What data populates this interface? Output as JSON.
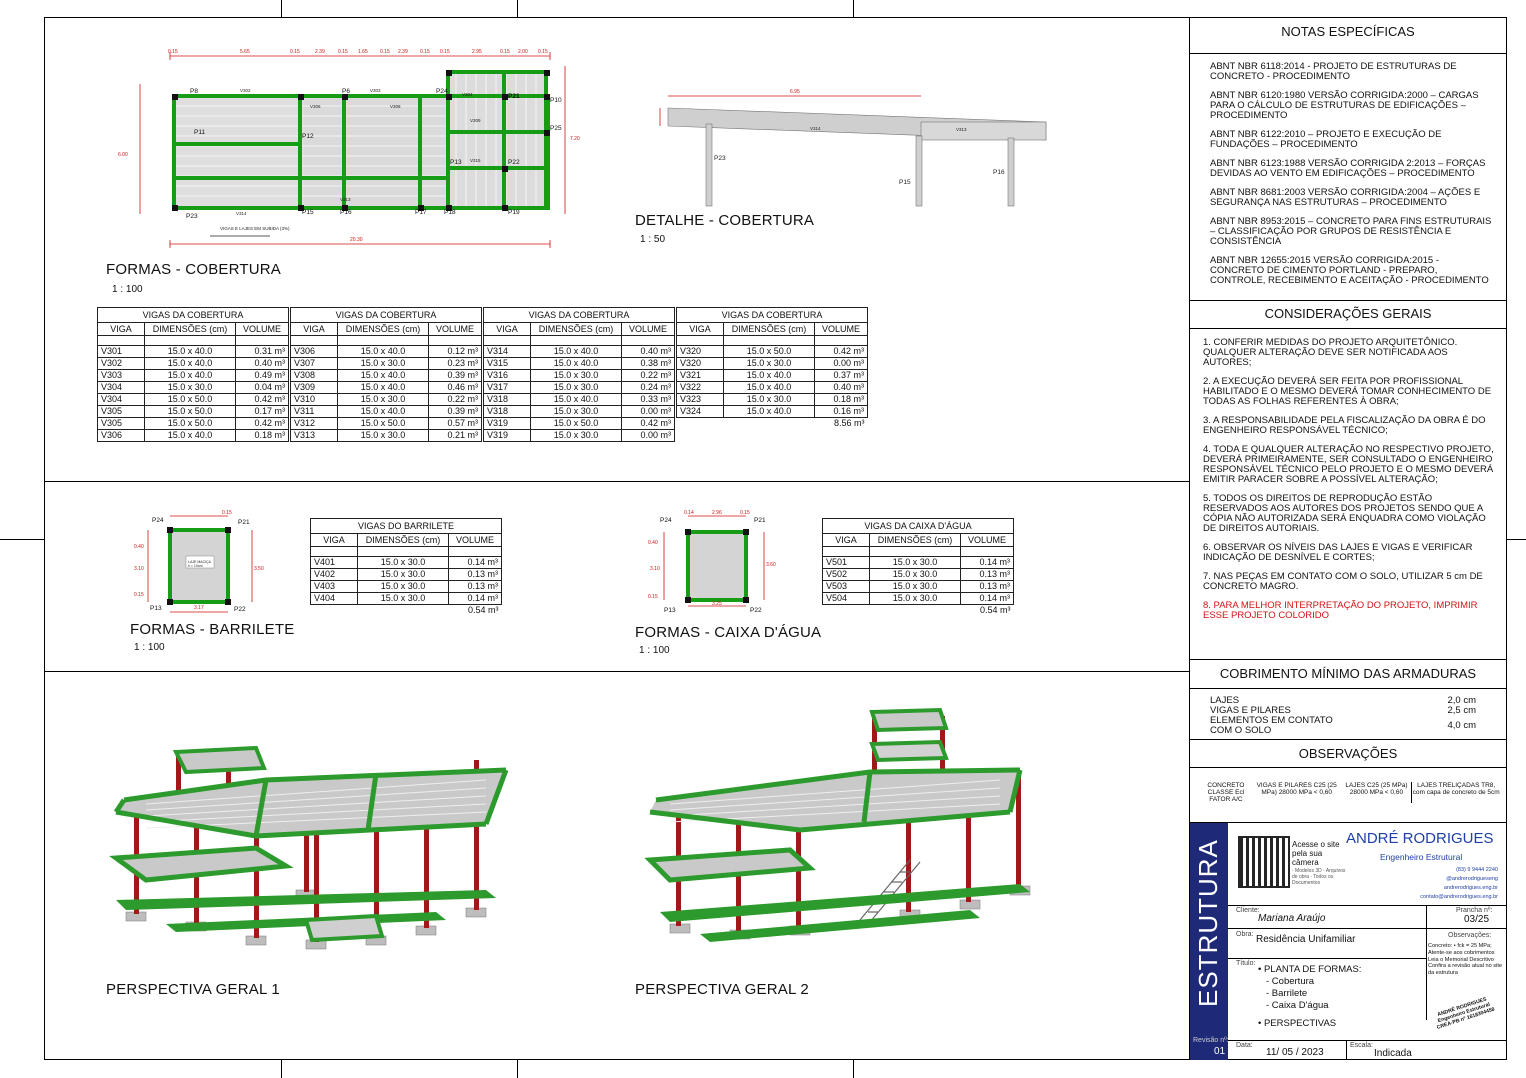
{
  "plan": {
    "title": "FORMAS - COBERTURA",
    "scale": "1 : 100",
    "pillars": [
      "P8",
      "P6",
      "P24",
      "P21",
      "P10",
      "P11",
      "P12",
      "P25",
      "P13",
      "P22",
      "P23",
      "P15",
      "P16",
      "P17",
      "P18",
      "P19"
    ],
    "beams": [
      "V302",
      "V303",
      "V304",
      "V305",
      "V306",
      "V307",
      "V308",
      "V309",
      "V310",
      "V311",
      "V312",
      "V313",
      "V314",
      "V315",
      "V316",
      "V317",
      "V318",
      "V319",
      "V320",
      "V321",
      "V322",
      "V323",
      "V324"
    ],
    "dims_top": [
      "0.15",
      "0.15",
      "5.65",
      "0.15",
      "2.39",
      "0.15",
      "1.65",
      "0.15",
      "2.39",
      "0.15",
      "0.15",
      "2.95",
      "0.15",
      "2.00",
      "0.15"
    ],
    "dim_total": "20.30",
    "dim_left": "6.00",
    "dim_right": "7.20",
    "note_small": "VIGAS E LAJES EM SUBIDA (3%)"
  },
  "detail": {
    "title": "DETALHE - COBERTURA",
    "scale": "1 : 50",
    "dim": "6.95",
    "labels": [
      "V314",
      "V313",
      "P23",
      "P15",
      "P16"
    ]
  },
  "tables_cob": [
    {
      "caption": "VIGAS DA COBERTURA",
      "headers": [
        "VIGA",
        "DIMENSÕES (cm)",
        "VOLUME"
      ],
      "rows": [
        [
          "V301",
          "15.0 x 40.0",
          "0.31 m³"
        ],
        [
          "V302",
          "15.0 x 40.0",
          "0.40 m³"
        ],
        [
          "V303",
          "15.0 x 40.0",
          "0.49 m³"
        ],
        [
          "V304",
          "15.0 x 30.0",
          "0.04 m³"
        ],
        [
          "V304",
          "15.0 x 50.0",
          "0.42 m³"
        ],
        [
          "V305",
          "15.0 x 50.0",
          "0.17 m³"
        ],
        [
          "V305",
          "15.0 x 50.0",
          "0.42 m³"
        ],
        [
          "V306",
          "15.0 x 40.0",
          "0.18 m³"
        ]
      ],
      "total": ""
    },
    {
      "caption": "VIGAS DA COBERTURA",
      "headers": [
        "VIGA",
        "DIMENSÕES (cm)",
        "VOLUME"
      ],
      "rows": [
        [
          "V306",
          "15.0 x 40.0",
          "0.12 m³"
        ],
        [
          "V307",
          "15.0 x 30.0",
          "0.23 m³"
        ],
        [
          "V308",
          "15.0 x 40.0",
          "0.39 m³"
        ],
        [
          "V309",
          "15.0 x 40.0",
          "0.46 m³"
        ],
        [
          "V310",
          "15.0 x 30.0",
          "0.22 m³"
        ],
        [
          "V311",
          "15.0 x 40.0",
          "0.39 m³"
        ],
        [
          "V312",
          "15.0 x 50.0",
          "0.57 m³"
        ],
        [
          "V313",
          "15.0 x 30.0",
          "0.21 m³"
        ]
      ],
      "total": ""
    },
    {
      "caption": "VIGAS DA COBERTURA",
      "headers": [
        "VIGA",
        "DIMENSÕES (cm)",
        "VOLUME"
      ],
      "rows": [
        [
          "V314",
          "15.0 x 40.0",
          "0.40 m³"
        ],
        [
          "V315",
          "15.0 x 40.0",
          "0.38 m³"
        ],
        [
          "V316",
          "15.0 x 30.0",
          "0.22 m³"
        ],
        [
          "V317",
          "15.0 x 30.0",
          "0.24 m³"
        ],
        [
          "V318",
          "15.0 x 40.0",
          "0.33 m³"
        ],
        [
          "V318",
          "15.0 x 30.0",
          "0.00 m³"
        ],
        [
          "V319",
          "15.0 x 50.0",
          "0.42 m³"
        ],
        [
          "V319",
          "15.0 x 30.0",
          "0.00 m³"
        ]
      ],
      "total": ""
    },
    {
      "caption": "VIGAS DA COBERTURA",
      "headers": [
        "VIGA",
        "DIMENSÕES (cm)",
        "VOLUME"
      ],
      "rows": [
        [
          "V320",
          "15.0 x 50.0",
          "0.42 m³"
        ],
        [
          "V320",
          "15.0 x 30.0",
          "0.00 m³"
        ],
        [
          "V321",
          "15.0 x 40.0",
          "0.37 m³"
        ],
        [
          "V322",
          "15.0 x 40.0",
          "0.40 m³"
        ],
        [
          "V323",
          "15.0 x 30.0",
          "0.18 m³"
        ],
        [
          "V324",
          "15.0 x 40.0",
          "0.16 m³"
        ]
      ],
      "total": "8.56 m³"
    }
  ],
  "barrilete": {
    "title": "FORMAS - BARRILETE",
    "scale": "1 : 100",
    "pillars": [
      "P24",
      "P21",
      "P13",
      "P22"
    ],
    "dims": [
      "0.15",
      "3.10",
      "3.17",
      "3.50",
      "0.40"
    ],
    "slab_label": "LAJE MACIÇA h = 10cm",
    "table": {
      "caption": "VIGAS DO BARRILETE",
      "headers": [
        "VIGA",
        "DIMENSÕES (cm)",
        "VOLUME"
      ],
      "rows": [
        [
          "V401",
          "15.0 x 30.0",
          "0.14 m³"
        ],
        [
          "V402",
          "15.0 x 30.0",
          "0.13 m³"
        ],
        [
          "V403",
          "15.0 x 30.0",
          "0.13 m³"
        ],
        [
          "V404",
          "15.0 x 30.0",
          "0.14 m³"
        ]
      ],
      "total": "0.54 m³"
    }
  },
  "caixa": {
    "title": "FORMAS - CAIXA D'ÁGUA",
    "scale": "1 : 100",
    "pillars": [
      "P24",
      "P21",
      "P13",
      "P22"
    ],
    "dims": [
      "0.14",
      "2.96",
      "0.15",
      "3.25",
      "3.10"
    ],
    "table": {
      "caption": "VIGAS DA CAIXA D'ÁGUA",
      "headers": [
        "VIGA",
        "DIMENSÕES (cm)",
        "VOLUME"
      ],
      "rows": [
        [
          "V501",
          "15.0 x 30.0",
          "0.14 m³"
        ],
        [
          "V502",
          "15.0 x 30.0",
          "0.13 m³"
        ],
        [
          "V503",
          "15.0 x 30.0",
          "0.13 m³"
        ],
        [
          "V504",
          "15.0 x 30.0",
          "0.14 m³"
        ]
      ],
      "total": "0.54 m³"
    }
  },
  "persp1": {
    "title": "PERSPECTIVA GERAL 1"
  },
  "persp2": {
    "title": "PERSPECTIVA GERAL 2"
  },
  "panel": {
    "notas_title": "NOTAS ESPECÍFICAS",
    "notas": [
      "ABNT NBR 6118:2014 - PROJETO DE ESTRUTURAS DE CONCRETO - PROCEDIMENTO",
      "ABNT NBR 6120:1980 VERSÃO CORRIGIDA:2000 – CARGAS PARA O CÁLCULO DE ESTRUTURAS DE EDIFICAÇÕES – PROCEDIMENTO",
      "ABNT NBR 6122:2010 – PROJETO E EXECUÇÃO DE FUNDAÇÕES – PROCEDIMENTO",
      "ABNT NBR 6123:1988 VERSÃO CORRIGIDA 2:2013 – FORÇAS DEVIDAS AO VENTO EM EDIFICAÇÕES – PROCEDIMENTO",
      "ABNT NBR 8681:2003 VERSÃO CORRIGIDA:2004 – AÇÕES E SEGURANÇA NAS ESTRUTURAS – PROCEDIMENTO",
      "ABNT NBR 8953:2015 – CONCRETO PARA FINS ESTRUTURAIS – CLASSIFICAÇÃO POR GRUPOS DE RESISTÊNCIA E CONSISTÊNCIA",
      "ABNT NBR 12655:2015 VERSÃO CORRIGIDA:2015 - CONCRETO DE CIMENTO PORTLAND - PREPARO, CONTROLE, RECEBIMENTO E ACEITAÇÃO - PROCEDIMENTO"
    ],
    "consid_title": "CONSIDERAÇÕES GERAIS",
    "consid": [
      "1. CONFERIR MEDIDAS DO PROJETO ARQUITETÔNICO. QUALQUER ALTERAÇÃO DEVE SER NOTIFICADA AOS AUTORES;",
      "2. A EXECUÇÃO DEVERÁ SER FEITA POR PROFISSIONAL HABILITADO E O MESMO DEVERÁ TOMAR CONHECIMENTO DE TODAS AS FOLHAS REFERENTES À OBRA;",
      "3. A RESPONSABILIDADE PELA FISCALIZAÇÃO DA OBRA É DO ENGENHEIRO RESPONSÁVEL TÉCNICO;",
      "4. TODA E QUALQUER ALTERAÇÃO NO RESPECTIVO PROJETO, DEVERÁ PRIMEIRAMENTE, SER CONSULTADO O ENGENHEIRO RESPONSÁVEL TÉCNICO PELO PROJETO E O MESMO DEVERÁ EMITIR PARACER SOBRE A POSSÍVEL ALTERAÇÃO;",
      "5. TODOS OS DIREITOS DE REPRODUÇÃO ESTÃO RESERVADOS AOS AUTORES DOS PROJETOS SENDO QUE A CÓPIA NÃO AUTORIZADA SERÁ ENQUADRA COMO VIOLAÇÃO DE DIREITOS AUTORIAIS.",
      "6. OBSERVAR OS NÍVEIS DAS LAJES E VIGAS E VERIFICAR INDICAÇÃO DE DESNÍVEL E CORTES;",
      "7. NAS PEÇAS EM CONTATO COM O SOLO, UTILIZAR 5 cm DE CONCRETO MAGRO."
    ],
    "consid_red": "8. PARA MELHOR INTERPRETAÇÃO DO PROJETO, IMPRIMIR ESSE PROJETO COLORIDO",
    "cob_title": "COBRIMENTO MÍNIMO DAS ARMADURAS",
    "cob_rows": [
      [
        "LAJES",
        "2,0 cm"
      ],
      [
        "VIGAS E PILARES",
        "2,5 cm"
      ],
      [
        "ELEMENTOS EM CONTATO COM O SOLO",
        "4,0 cm"
      ]
    ],
    "obs_title": "OBSERVAÇÕES",
    "obs_cols": [
      "CONCRETO CLASSE Ecl FATOR A/C",
      "VIGAS E PILARES C25 (25 MPa) 28000 MPa < 0,60",
      "LAJES C25 (25 MPa) 28000 MPa < 0,60",
      "LAJES TRELIÇADAS TR8, com capa de concreto de 5cm"
    ]
  },
  "titleblock": {
    "vertical": "ESTRUTURA",
    "revisao_label": "Revisão nº:",
    "revisao": "01",
    "qr_text": "Acesse o site pela sua câmera",
    "qr_items": "· Modelos 3D · Arquivos de obra · Todos os Documentos",
    "brand": "ANDRÉ RODRIGUES",
    "brand_sub": "Engenheiro Estrutural",
    "contacts": [
      "(83) 9 9444 2240",
      "@andrerodrigueseng",
      "andrerodrigues.eng.br",
      "contato@andrerodrigues.eng.br"
    ],
    "cliente_label": "Cliente:",
    "cliente": "Mariana Araújo",
    "prancha_label": "Prancha nº:",
    "prancha": "03/25",
    "obra_label": "Obra:",
    "obra": "Residência Unifamiliar",
    "obs_label": "Observações:",
    "obs_text": "Concreto: • fck = 25 MPa; Atente-se aos cobrimentos Leia o Memorial Descritivo Confira a revisão atual no site da estrutura",
    "titulo_label": "Título:",
    "titulo": [
      "• PLANTA DE FORMAS:",
      "- Cobertura",
      "- Barrilete",
      "- Caixa D'água",
      "• PERSPECTIVAS"
    ],
    "data_label": "Data:",
    "data": "11/ 05 / 2023",
    "escala_label": "Escala:",
    "escala": "Indicada",
    "signature": "ANDRÉ RODRIGUES Engenheiro Estrutural CREA-PB nº 1618304458"
  }
}
